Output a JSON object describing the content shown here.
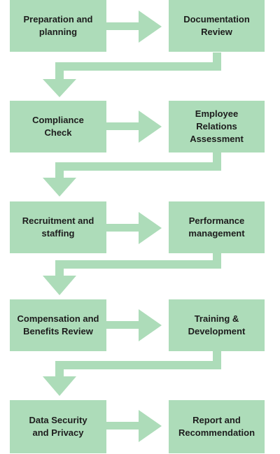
{
  "steps": [
    {
      "label": "Preparation and\nplanning"
    },
    {
      "label": "Documentation\nReview"
    },
    {
      "label": "Compliance\nCheck"
    },
    {
      "label": "Employee\nRelations\nAssessment"
    },
    {
      "label": "Recruitment and\nstaffing"
    },
    {
      "label": "Performance\nmanagement"
    },
    {
      "label": "Compensation and\nBenefits Review"
    },
    {
      "label": "Training &\nDevelopment"
    },
    {
      "label": "Data Security\nand Privacy"
    },
    {
      "label": "Report and\nRecommendation"
    }
  ],
  "colors": {
    "box": "#addcb9",
    "arrow": "#addcb9",
    "text": "#1d1d1d"
  }
}
